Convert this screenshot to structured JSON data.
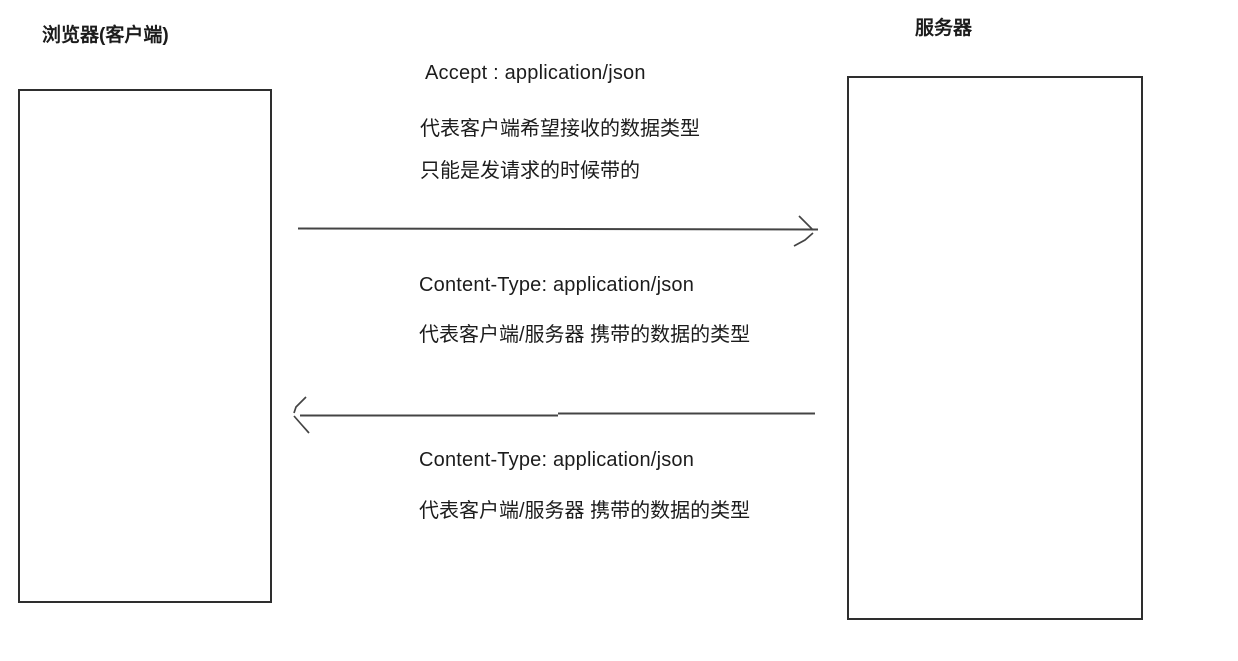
{
  "diagram": {
    "client_label": "浏览器(客户端)",
    "server_label": "服务器",
    "annotations": [
      {
        "title": "Accept : application/json",
        "lines": [
          "代表客户端希望接收的数据类型",
          "只能是发请求的时候带的"
        ]
      },
      {
        "title": "Content-Type: application/json",
        "lines": [
          "代表客户端/服务器 携带的数据的类型"
        ]
      },
      {
        "title": "Content-Type: application/json",
        "lines": [
          "代表客户端/服务器 携带的数据的类型"
        ]
      }
    ],
    "arrows": [
      {
        "name": "request-arrow",
        "direction": "client-to-server"
      },
      {
        "name": "response-arrow",
        "direction": "server-to-client"
      }
    ],
    "colors": {
      "line": "#444444",
      "border": "#2e2e2e",
      "text": "#1c1c1c",
      "background": "#ffffff"
    }
  }
}
